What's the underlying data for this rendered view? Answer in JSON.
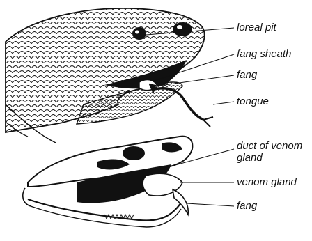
{
  "labels": {
    "loreal_pit": "loreal pit",
    "fang_sheath": "fang sheath",
    "fang_upper": "fang",
    "tongue": "tongue",
    "duct_line1": "duct of venom",
    "duct_line2": "gland",
    "venom_gland": "venom gland",
    "fang_lower": "fang"
  },
  "colors": {
    "ink": "#111111",
    "paper": "#ffffff"
  }
}
